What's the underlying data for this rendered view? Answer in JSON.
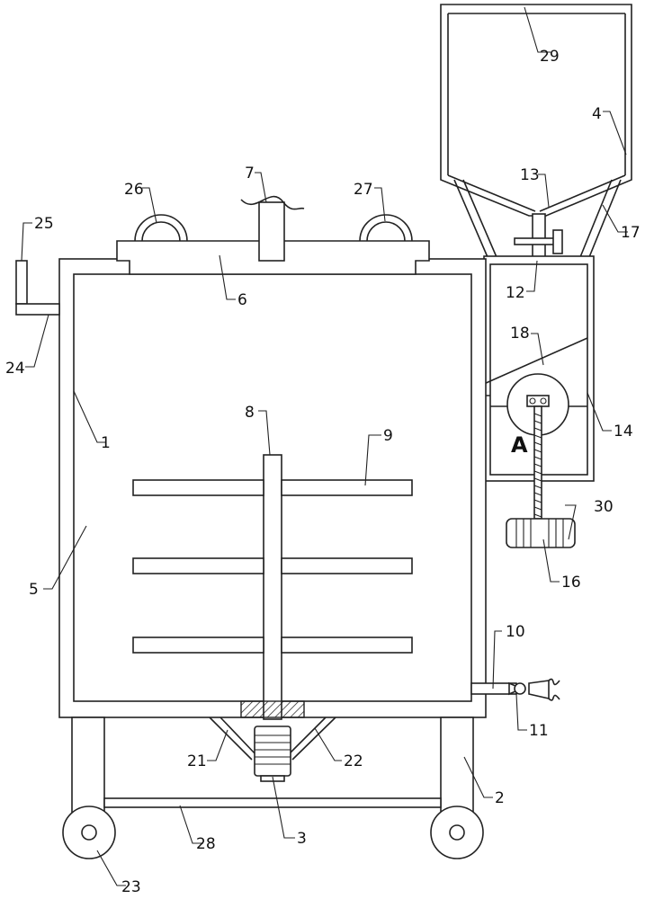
{
  "labels": [
    {
      "id": "29",
      "text": "29"
    },
    {
      "id": "4",
      "text": "4"
    },
    {
      "id": "13",
      "text": "13"
    },
    {
      "id": "17",
      "text": "17"
    },
    {
      "id": "7",
      "text": "7"
    },
    {
      "id": "26",
      "text": "26"
    },
    {
      "id": "27",
      "text": "27"
    },
    {
      "id": "25",
      "text": "25"
    },
    {
      "id": "6",
      "text": "6"
    },
    {
      "id": "12",
      "text": "12"
    },
    {
      "id": "24",
      "text": "24"
    },
    {
      "id": "18",
      "text": "18"
    },
    {
      "id": "1",
      "text": "1"
    },
    {
      "id": "14",
      "text": "14"
    },
    {
      "id": "8",
      "text": "8"
    },
    {
      "id": "9",
      "text": "9"
    },
    {
      "id": "A",
      "text": "A"
    },
    {
      "id": "30",
      "text": "30"
    },
    {
      "id": "5",
      "text": "5"
    },
    {
      "id": "16",
      "text": "16"
    },
    {
      "id": "10",
      "text": "10"
    },
    {
      "id": "11",
      "text": "11"
    },
    {
      "id": "21",
      "text": "21"
    },
    {
      "id": "22",
      "text": "22"
    },
    {
      "id": "2",
      "text": "2"
    },
    {
      "id": "28",
      "text": "28"
    },
    {
      "id": "3",
      "text": "3"
    },
    {
      "id": "23",
      "text": "23"
    }
  ]
}
